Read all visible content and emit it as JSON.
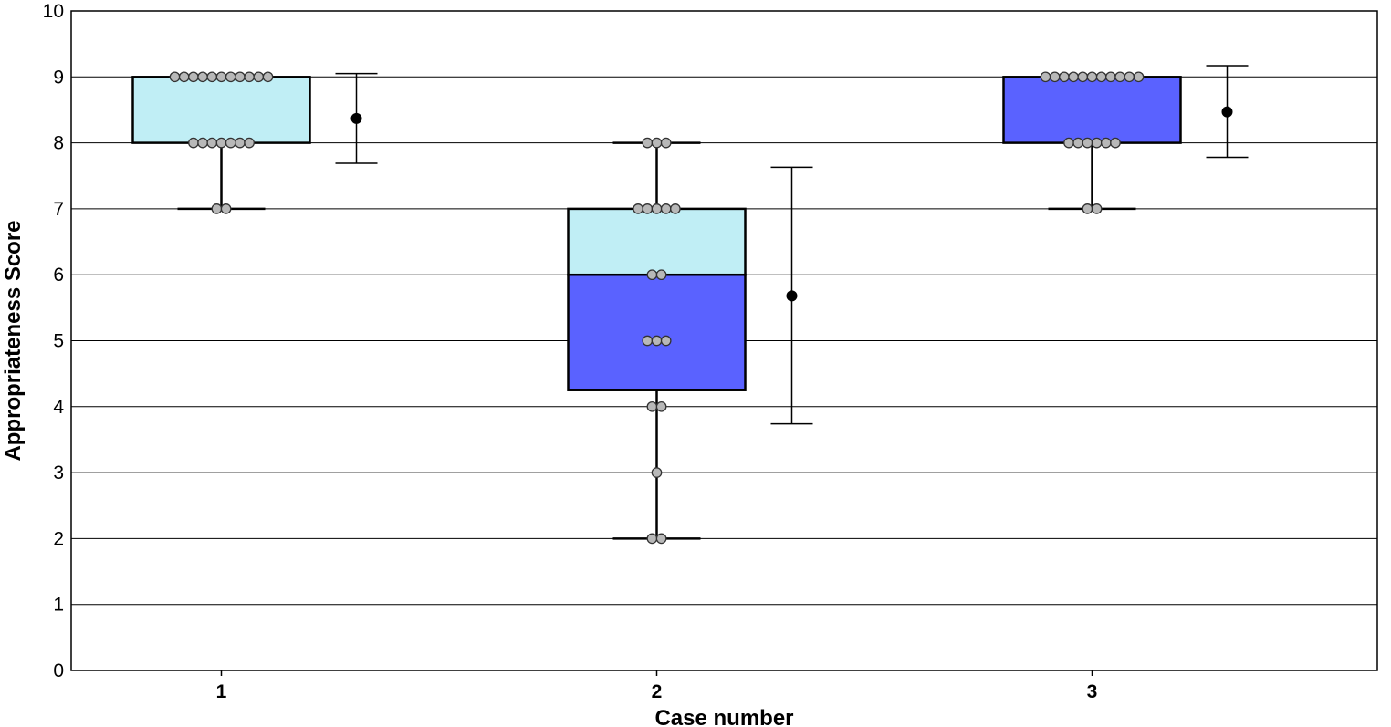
{
  "chart_data": {
    "type": "box",
    "xlabel": "Case number",
    "ylabel": "Appropriateness Score",
    "ylim": [
      0,
      10
    ],
    "yticks": [
      0,
      1,
      2,
      3,
      4,
      5,
      6,
      7,
      8,
      9,
      10
    ],
    "grid": true,
    "categories": [
      "1",
      "2",
      "3"
    ],
    "colors": {
      "lower_box": "#5a62ff",
      "upper_box": "#c0eef5",
      "points": "#b8b8b8",
      "mean": "#000000"
    },
    "boxes": [
      {
        "category": "1",
        "whisker_low": 7,
        "q1": 8,
        "median": 8,
        "q3": 9,
        "whisker_high": 9,
        "mean": 8.37,
        "ci_low": 7.69,
        "ci_high": 9.05,
        "points": {
          "7": 2,
          "8": 7,
          "9": 11
        }
      },
      {
        "category": "2",
        "whisker_low": 2,
        "q1": 4.25,
        "median": 6,
        "q3": 7,
        "whisker_high": 8,
        "mean": 5.68,
        "ci_low": 3.74,
        "ci_high": 7.63,
        "points": {
          "2": 2,
          "3": 1,
          "4": 2,
          "5": 3,
          "6": 2,
          "7": 5,
          "8": 3
        }
      },
      {
        "category": "3",
        "whisker_low": 7,
        "q1": 8,
        "median": 9,
        "q3": 9,
        "whisker_high": 9,
        "mean": 8.47,
        "ci_low": 7.78,
        "ci_high": 9.17,
        "points": {
          "7": 2,
          "8": 6,
          "9": 11
        }
      }
    ]
  }
}
